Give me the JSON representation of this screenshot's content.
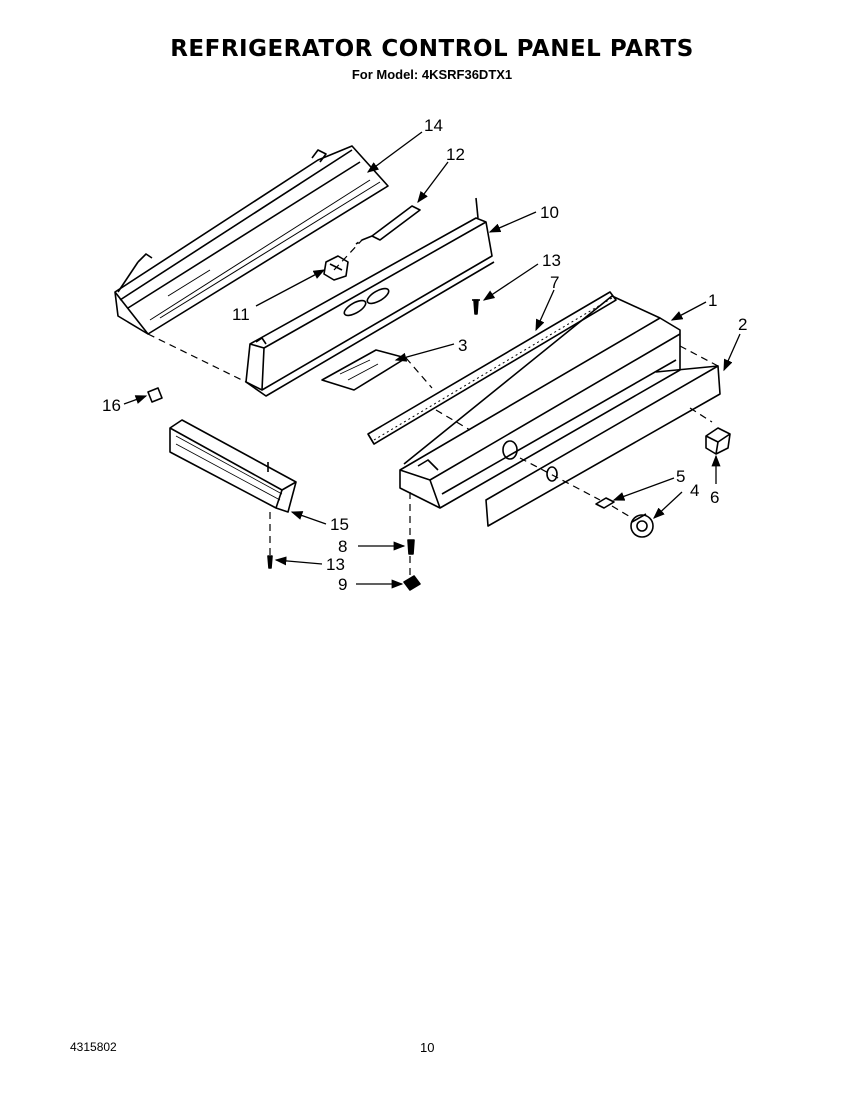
{
  "header": {
    "title": "REFRIGERATOR CONTROL PANEL PARTS",
    "subtitle": "For Model: 4KSRF36DTX1"
  },
  "callouts": [
    {
      "id": "c14",
      "label": "14"
    },
    {
      "id": "c12",
      "label": "12"
    },
    {
      "id": "c10",
      "label": "10"
    },
    {
      "id": "c13a",
      "label": "13"
    },
    {
      "id": "c7",
      "label": "7"
    },
    {
      "id": "c11",
      "label": "11"
    },
    {
      "id": "c1",
      "label": "1"
    },
    {
      "id": "c2",
      "label": "2"
    },
    {
      "id": "c3",
      "label": "3"
    },
    {
      "id": "c16",
      "label": "16"
    },
    {
      "id": "c5",
      "label": "5"
    },
    {
      "id": "c4",
      "label": "4"
    },
    {
      "id": "c6",
      "label": "6"
    },
    {
      "id": "c15",
      "label": "15"
    },
    {
      "id": "c8",
      "label": "8"
    },
    {
      "id": "c13b",
      "label": "13"
    },
    {
      "id": "c9",
      "label": "9"
    }
  ],
  "footer": {
    "doc_number": "4315802",
    "page_number": "10"
  }
}
